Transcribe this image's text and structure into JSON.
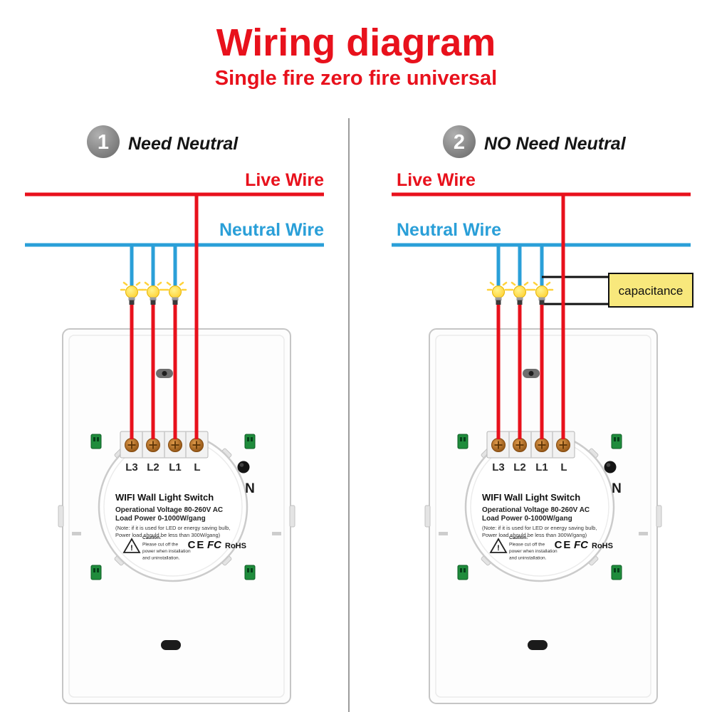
{
  "header": {
    "title": "Wiring diagram",
    "subtitle": "Single fire zero fire universal"
  },
  "colors": {
    "live": "#e8111c",
    "neutral": "#2a9fd8",
    "capacitor": "#f8e87c"
  },
  "panels": [
    {
      "badge": "1",
      "heading": "Need Neutral",
      "live_label": "Live Wire",
      "neutral_label": "Neutral Wire"
    },
    {
      "badge": "2",
      "heading": "NO Need Neutral",
      "live_label": "Live Wire",
      "neutral_label": "Neutral Wire",
      "capacitor_label": "capacitance"
    }
  ],
  "switch_device": {
    "terminal_labels": [
      "L3",
      "L2",
      "L1",
      "L"
    ],
    "neutral_terminal_label": "N",
    "name": "WIFI Wall Light Switch",
    "spec_voltage": "Operational Voltage  80-260V AC",
    "spec_power": "Load Power 0-1000W/gang",
    "note_line1": "(Note:  if it is used for LED or energy saving bulb,",
    "note_line2": "Power load should be less than 300W/gang)",
    "certifications": [
      "CE",
      "FC",
      "RoHS"
    ],
    "caution_mark": "!",
    "caution_heading": "Caution:",
    "caution_line1": "Please cut off the",
    "caution_line2": "power when installation",
    "caution_line3": "and uninstallation."
  }
}
